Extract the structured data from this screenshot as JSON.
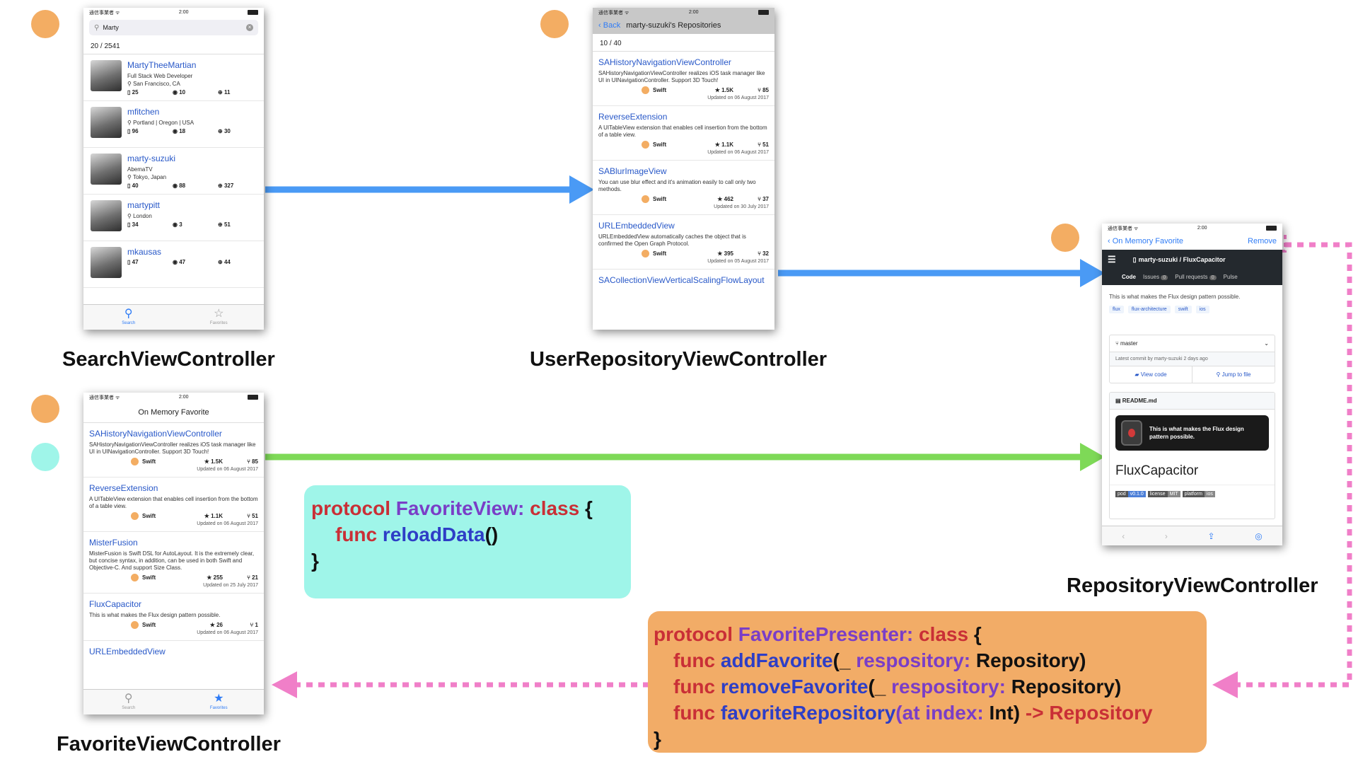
{
  "titles": {
    "search": "SearchViewController",
    "user_repo": "UserRepositoryViewController",
    "repository": "RepositoryViewController",
    "favorite": "FavoriteViewController"
  },
  "colors": {
    "dot_orange": "#f3ad63",
    "dot_teal": "#9ff5e9",
    "arrow_blue": "#4a9af5",
    "arrow_green": "#7ed957",
    "arrow_pink": "#f07fc8",
    "box_teal": "#9ff5e9",
    "box_orange": "#f2ac67"
  },
  "status": {
    "carrier": "通信事業者 ᯤ",
    "time": "2:00"
  },
  "search_screen": {
    "query": "Marty",
    "count": "20 / 2541",
    "users": [
      {
        "name": "MartyTheeMartian",
        "bio": "Full Stack Web Developer",
        "location": "San Francisco, CA",
        "repos": "25",
        "watchers": "10",
        "gists": "11"
      },
      {
        "name": "mfitchen",
        "bio": "",
        "location": "Portland | Oregon | USA",
        "repos": "96",
        "watchers": "18",
        "gists": "30"
      },
      {
        "name": "marty-suzuki",
        "bio": "AbemaTV",
        "location": "Tokyo, Japan",
        "repos": "40",
        "watchers": "88",
        "gists": "327"
      },
      {
        "name": "martypitt",
        "bio": "",
        "location": "London",
        "repos": "34",
        "watchers": "3",
        "gists": "51"
      },
      {
        "name": "mkausas",
        "bio": "",
        "location": "",
        "repos": "47",
        "watchers": "47",
        "gists": "44"
      }
    ],
    "tabs": [
      "Search",
      "Favorites"
    ]
  },
  "user_repo_screen": {
    "back": "Back",
    "nav_title": "marty-suzuki's Repositories",
    "count": "10 / 40",
    "repos": [
      {
        "name": "SAHistoryNavigationViewController",
        "desc": "SAHistoryNavigationViewController realizes iOS task manager like UI in UINavigationController. Support 3D Touch!",
        "lang": "Swift",
        "stars": "1.5K",
        "forks": "85",
        "updated": "Updated on 06 August 2017"
      },
      {
        "name": "ReverseExtension",
        "desc": "A UITableView extension that enables cell insertion from the bottom of a table view.",
        "lang": "Swift",
        "stars": "1.1K",
        "forks": "51",
        "updated": "Updated on 06 August 2017"
      },
      {
        "name": "SABlurImageView",
        "desc": "You can use blur effect and it's animation easily to call only two methods.",
        "lang": "Swift",
        "stars": "462",
        "forks": "37",
        "updated": "Updated on 30 July 2017"
      },
      {
        "name": "URLEmbeddedView",
        "desc": "URLEmbeddedView automatically caches the object that is confirmed the Open Graph Protocol.",
        "lang": "Swift",
        "stars": "395",
        "forks": "32",
        "updated": "Updated on 05 August 2017"
      }
    ],
    "partial_name": "SACollectionViewVerticalScalingFlowLayout"
  },
  "repository_screen": {
    "back": "On Memory Favorite",
    "remove": "Remove",
    "repo_path": "marty-suzuki / FluxCapacitor",
    "tabs": [
      {
        "label": "Code",
        "badge": ""
      },
      {
        "label": "Issues",
        "badge": "0"
      },
      {
        "label": "Pull requests",
        "badge": "0"
      },
      {
        "label": "Pulse",
        "badge": ""
      }
    ],
    "description": "This is what makes the Flux design pattern possible.",
    "topics": [
      "flux",
      "flux-architecture",
      "swift",
      "ios"
    ],
    "branch": "master",
    "latest_commit": "Latest commit by marty-suzuki 2 days ago",
    "view_code": "View code",
    "jump": "Jump to file",
    "readme": "README.md",
    "banner": "This is what makes the Flux design pattern possible.",
    "project": "FluxCapacitor",
    "badges": [
      {
        "k": "pod",
        "v": "v0.1.0"
      },
      {
        "k": "license",
        "v": "MIT"
      },
      {
        "k": "platform",
        "v": "ios"
      }
    ]
  },
  "favorite_screen": {
    "nav_title": "On Memory Favorite",
    "repos": [
      {
        "name": "SAHistoryNavigationViewController",
        "desc": "SAHistoryNavigationViewController realizes iOS task manager like UI in UINavigationController. Support 3D Touch!",
        "lang": "Swift",
        "stars": "1.5K",
        "forks": "85",
        "updated": "Updated on 06 August 2017"
      },
      {
        "name": "ReverseExtension",
        "desc": "A UITableView extension that enables cell insertion from the bottom of a table view.",
        "lang": "Swift",
        "stars": "1.1K",
        "forks": "51",
        "updated": "Updated on 06 August 2017"
      },
      {
        "name": "MisterFusion",
        "desc": "MisterFusion is Swift DSL for AutoLayout. It is the extremely clear, but concise syntax, in addition, can be used in both Swift and Objective-C. And support Size Class.",
        "lang": "Swift",
        "stars": "255",
        "forks": "21",
        "updated": "Updated on 25 July 2017"
      },
      {
        "name": "FluxCapacitor",
        "desc": "This is what makes the Flux design pattern possible.",
        "lang": "Swift",
        "stars": "26",
        "forks": "1",
        "updated": "Updated on 06 August 2017"
      }
    ],
    "partial_name": "URLEmbeddedView",
    "tabs": [
      "Search",
      "Favorites"
    ]
  },
  "code_view": {
    "kw_protocol": "protocol",
    "name": "FavoriteView",
    "colon": ":",
    "kw_class": "class",
    "brace": "{",
    "kw_func": "func",
    "method": "reloadData",
    "parens": "()",
    "close": "}"
  },
  "code_presenter": {
    "kw_protocol": "protocol",
    "name": "FavoritePresenter",
    "colon": ":",
    "kw_class": "class",
    "brace": "{",
    "kw_func": "func",
    "m1": "addFavorite",
    "m1_open": "(_",
    "m1_param": "respository:",
    "m1_type": "Repository",
    "m1_close": ")",
    "m2": "removeFavorite",
    "m2_open": "(_",
    "m2_param": "respository:",
    "m2_type": "Repository",
    "m2_close": ")",
    "m3": "favoriteRepository",
    "m3_open": "(at index:",
    "m3_type": "Int",
    "m3_close": ")",
    "arrow": "->",
    "ret": "Repository",
    "close": "}"
  }
}
